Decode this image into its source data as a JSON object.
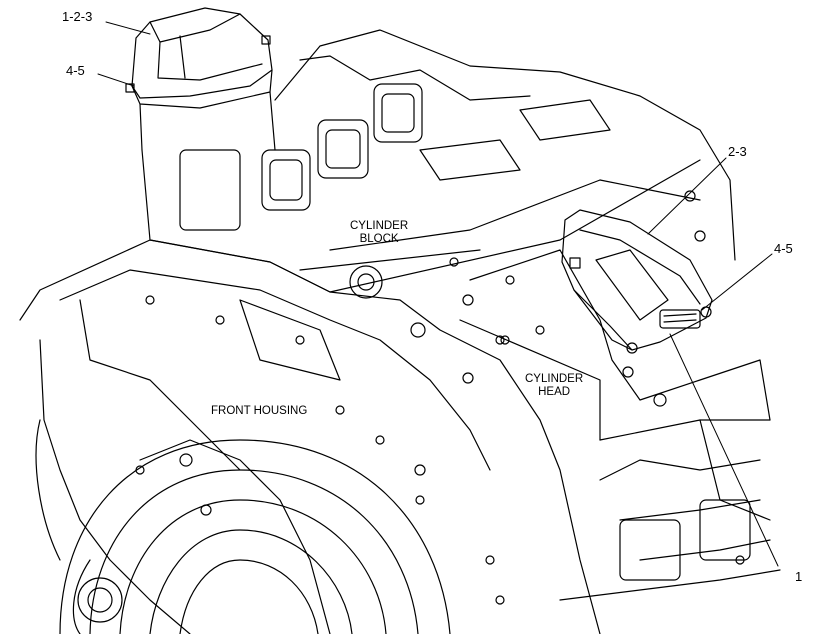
{
  "callouts": {
    "top_1_2_3": "1-2-3",
    "top_4_5": "4-5",
    "right_2_3": "2-3",
    "right_4_5": "4-5",
    "bottom_1": "1"
  },
  "labels": {
    "cylinder_block_line1": "CYLINDER",
    "cylinder_block_line2": "BLOCK",
    "cylinder_head_line1": "CYLINDER",
    "cylinder_head_line2": "HEAD",
    "front_housing": "FRONT HOUSING"
  },
  "colors": {
    "line": "#000000",
    "background": "#ffffff"
  }
}
